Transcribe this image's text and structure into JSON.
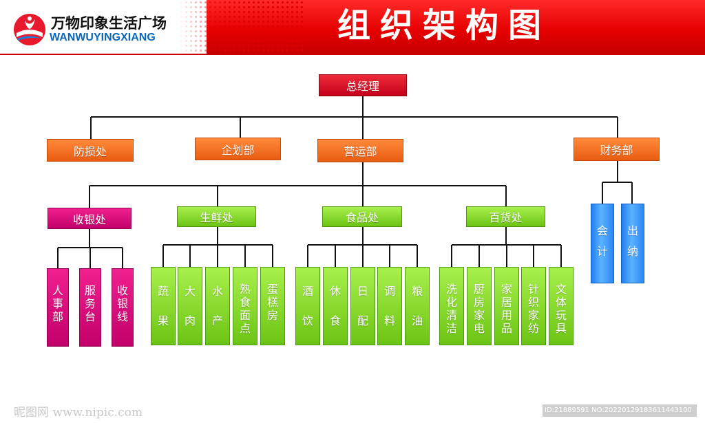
{
  "header": {
    "brand_cn": "万物印象生活广场",
    "brand_en": "WANWUYINGXIANG",
    "title": "组织架构图"
  },
  "org": {
    "root": "总经理",
    "level1": [
      "防损处",
      "企划部",
      "营运部",
      "财务部"
    ],
    "level2": [
      "收银处",
      "生鲜处",
      "食品处",
      "百货处"
    ],
    "cashier": [
      [
        "人",
        "事",
        "部"
      ],
      [
        "服",
        "务",
        "台"
      ],
      [
        "收",
        "银",
        "线"
      ]
    ],
    "fresh": [
      [
        "蔬",
        "果"
      ],
      [
        "大",
        "肉"
      ],
      [
        "水",
        "产"
      ],
      [
        "熟",
        "食",
        "面",
        "点"
      ],
      [
        "蛋",
        "糕",
        "房"
      ]
    ],
    "food": [
      [
        "酒",
        "饮"
      ],
      [
        "休",
        "食"
      ],
      [
        "日",
        "配"
      ],
      [
        "调",
        "料"
      ],
      [
        "粮",
        "油"
      ]
    ],
    "goods": [
      [
        "洗",
        "化",
        "清",
        "洁"
      ],
      [
        "厨",
        "房",
        "家",
        "电"
      ],
      [
        "家",
        "居",
        "用",
        "品"
      ],
      [
        "针",
        "织",
        "家",
        "纺"
      ],
      [
        "文",
        "体",
        "玩",
        "具"
      ]
    ],
    "finance": [
      [
        "会",
        "计"
      ],
      [
        "出",
        "纳"
      ]
    ]
  },
  "watermark": {
    "left": "昵图网 www.nipic.com",
    "right": "ID:21889591 NO:20220129183611443100"
  },
  "colors": {
    "header_red": "#e60000",
    "root": "#d4001c",
    "level1": "#f26c22",
    "cashier": "#e0117e",
    "green": "#8ddc2c",
    "finance": "#3a93f7",
    "logo_blue": "#0a66b7"
  }
}
